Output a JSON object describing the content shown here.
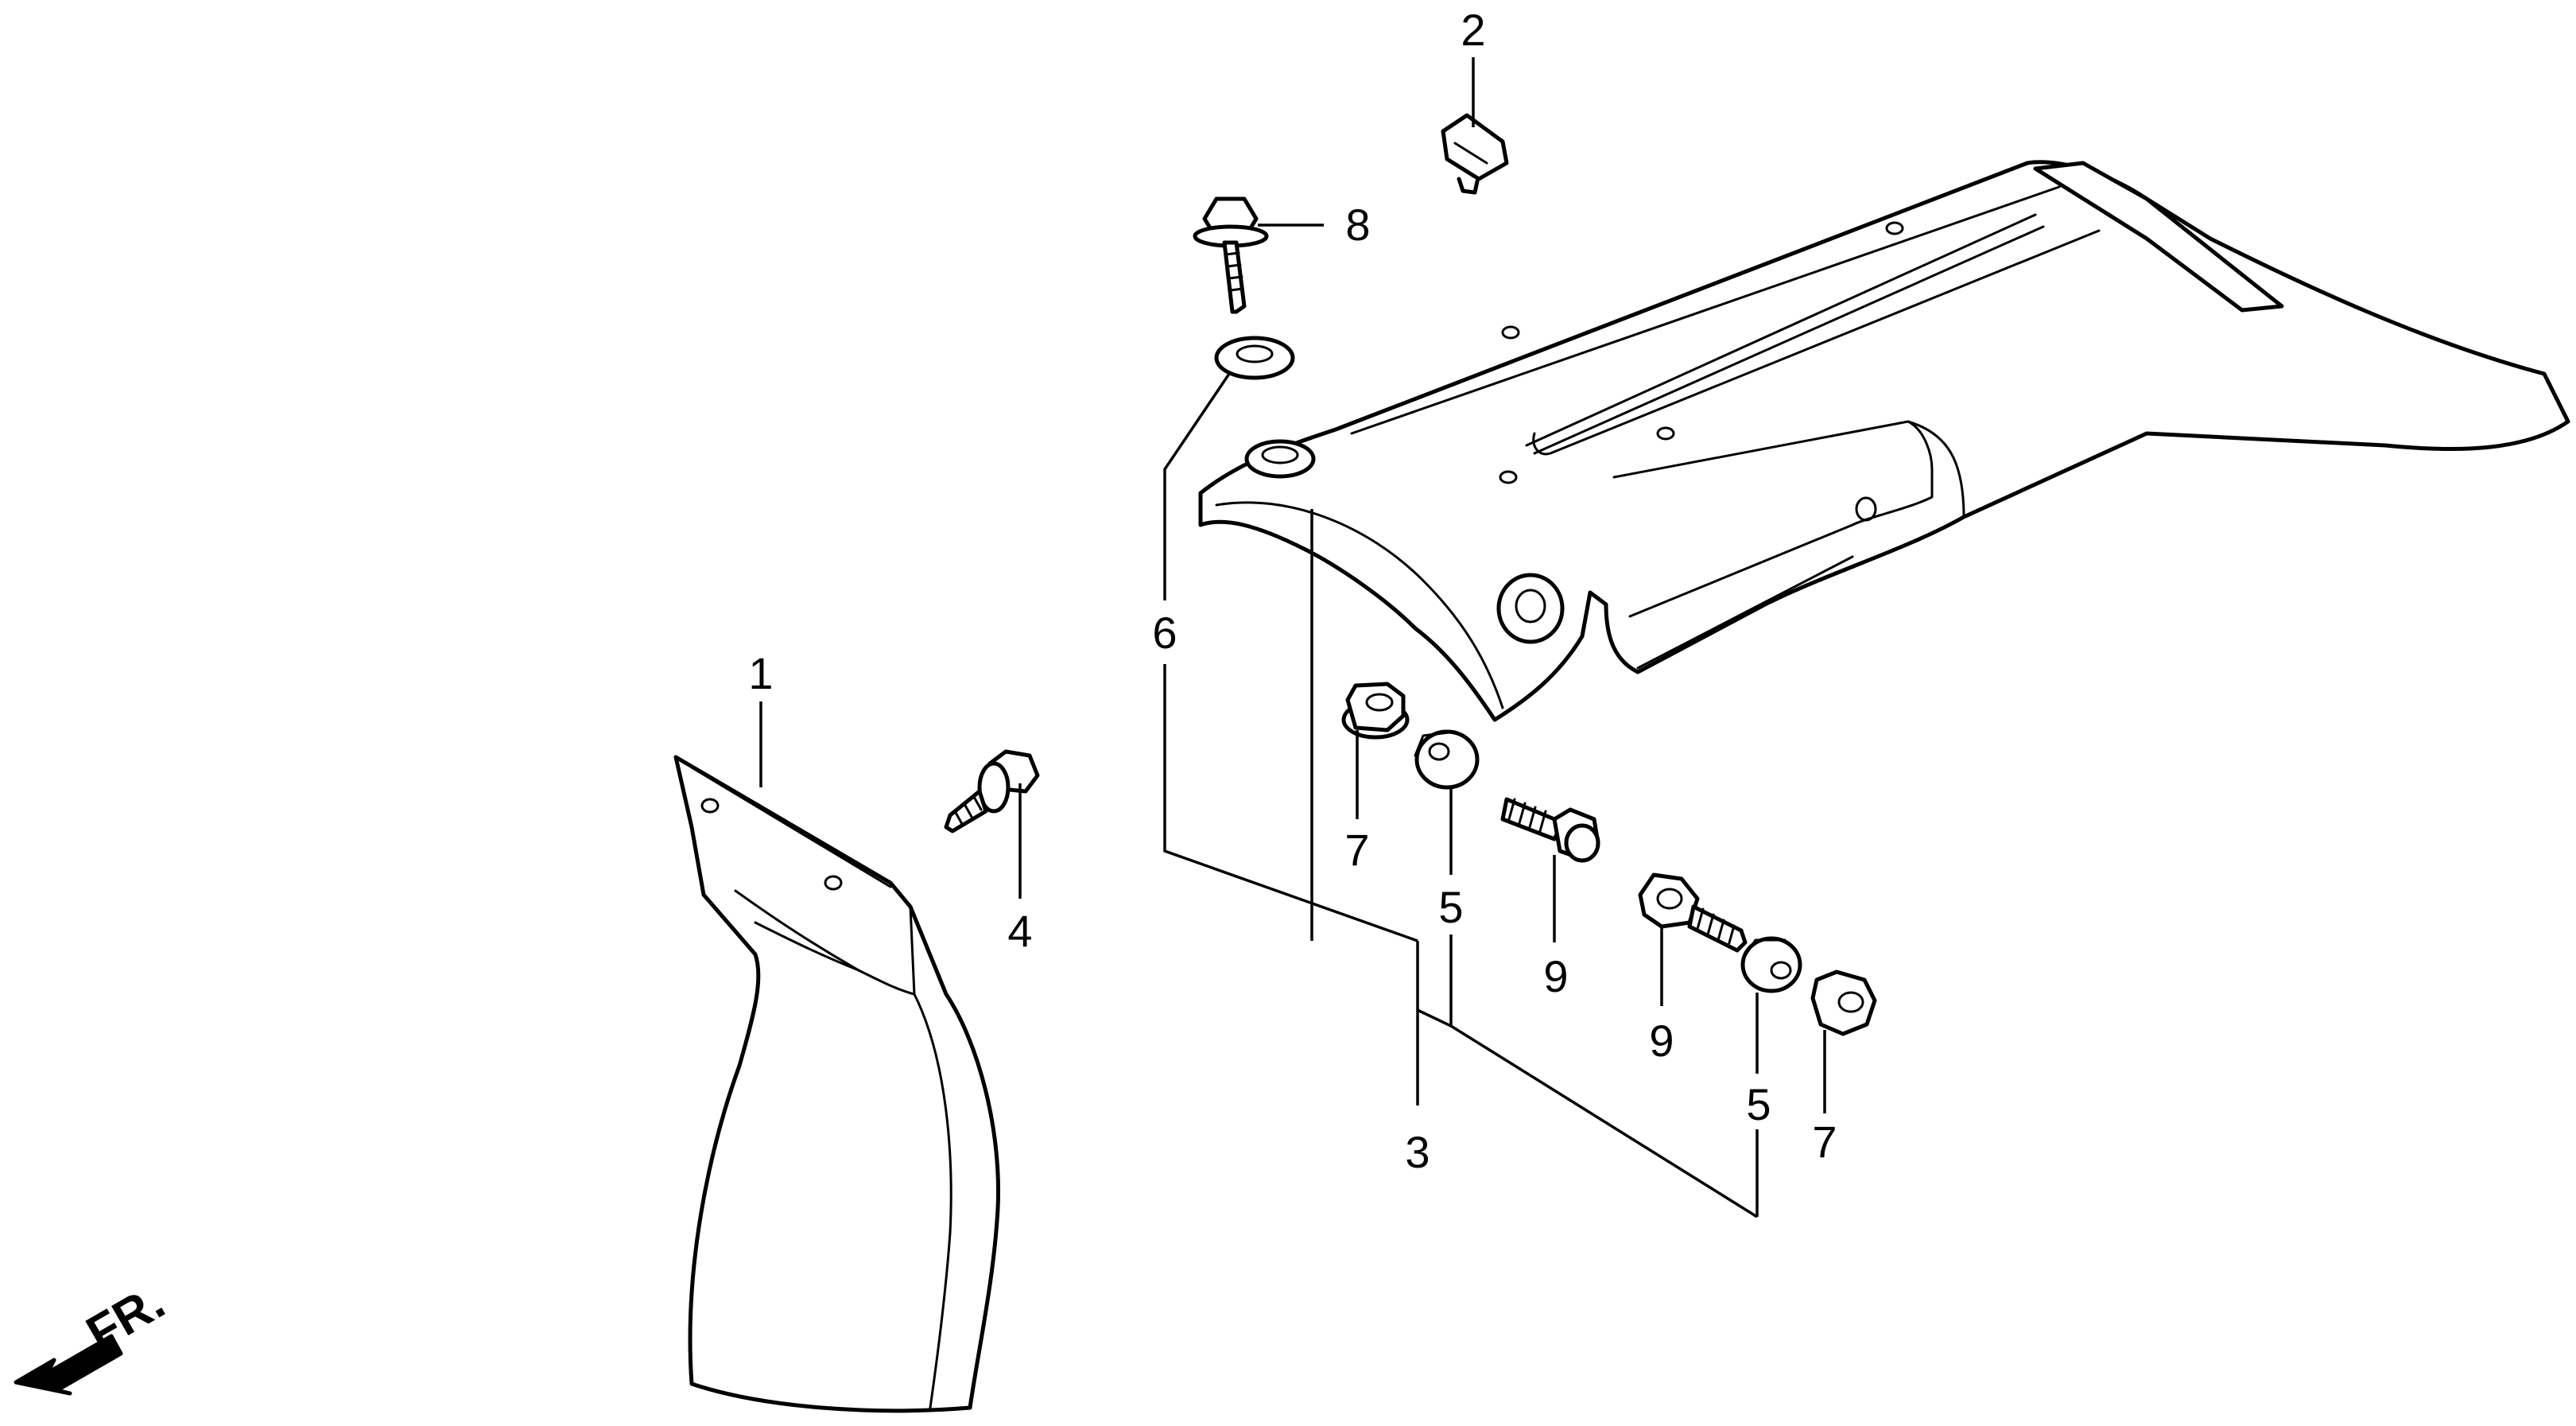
{
  "callouts": {
    "c1": "1",
    "c2": "2",
    "c3": "3",
    "c4": "4",
    "c5a": "5",
    "c5b": "5",
    "c6": "6",
    "c7a": "7",
    "c7b": "7",
    "c8": "8",
    "c9a": "9",
    "c9b": "9"
  },
  "front_indicator": {
    "label": "FR."
  },
  "colors": {
    "line": "#000000",
    "background": "#ffffff"
  }
}
